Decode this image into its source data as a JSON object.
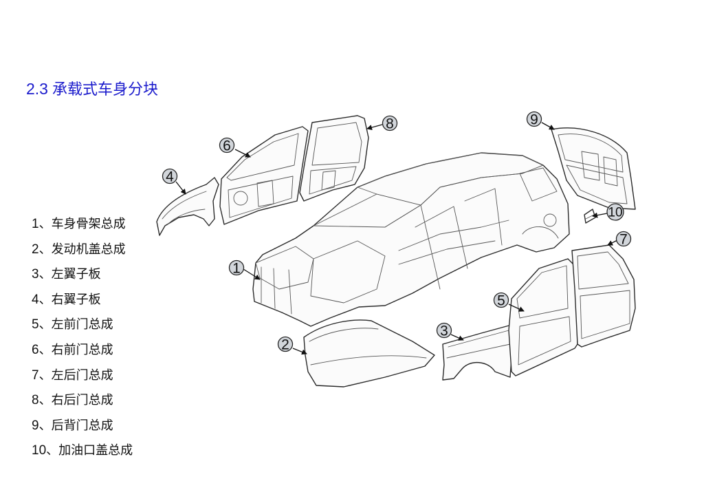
{
  "title": {
    "number": "2.3",
    "text": "承载式车身分块"
  },
  "colors": {
    "title": "#1a1acc",
    "callout_fill": "#d2d6db",
    "line": "#2a2a2a"
  },
  "legend": [
    {
      "num": "1",
      "text": "、车身骨架总成"
    },
    {
      "num": "2",
      "text": "、发动机盖总成"
    },
    {
      "num": "3",
      "text": "、左翼子板"
    },
    {
      "num": "4",
      "text": "、右翼子板"
    },
    {
      "num": "5",
      "text": "、左前门总成"
    },
    {
      "num": "6",
      "text": "、右前门总成"
    },
    {
      "num": "7",
      "text": "、左后门总成"
    },
    {
      "num": "8",
      "text": "、右后门总成"
    },
    {
      "num": "9",
      "text": "、后背门总成"
    },
    {
      "num": "10",
      "text": "、加油口盖总成"
    }
  ],
  "callouts": [
    "1",
    "2",
    "3",
    "4",
    "5",
    "6",
    "7",
    "8",
    "9",
    "10"
  ]
}
